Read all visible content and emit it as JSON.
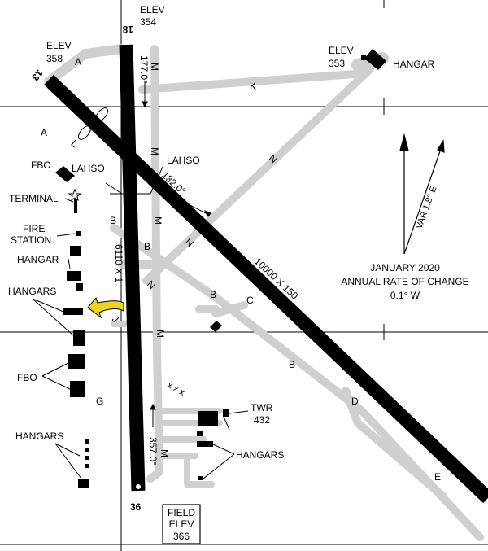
{
  "elevations": {
    "rwy18_elev_label": "ELEV",
    "rwy18_elev_value": "354",
    "rwy13_elev_label": "ELEV",
    "rwy13_elev_value": "358",
    "hangar_ne_elev_label": "ELEV",
    "hangar_ne_elev_value": "353"
  },
  "runways": {
    "rwy18_label": "18",
    "rwy36_label": "36",
    "rwy13_label": "13",
    "rwy18_heading": "177.0°",
    "rwy36_heading": "357.0°",
    "rwy13_heading": "132.0°",
    "rwy18_dims": "6110 X 1",
    "rwy13_dims": "10000 X 150",
    "lahso_1": "LAHSO",
    "lahso_2": "LAHSO"
  },
  "taxiways": {
    "A_north": "A",
    "A_west": "A",
    "L": "L",
    "K": "K",
    "M_1": "M",
    "M_2": "M",
    "M_3": "M",
    "M_4": "M",
    "M_5": "M",
    "N_1": "N",
    "N_2": "N",
    "N_3": "N",
    "B_1": "B",
    "B_2": "B",
    "B_3": "B",
    "B_4": "B",
    "C": "C",
    "D": "D",
    "E": "E",
    "G": "G",
    "J": "J",
    "closed_marks": "x x x"
  },
  "facilities": {
    "hangar_ne": "HANGAR",
    "fbo_north": "FBO",
    "terminal": "TERMINAL",
    "fire_station_1": "FIRE",
    "fire_station_2": "STATION",
    "hangar_west": "HANGAR",
    "hangars_west": "HANGARS",
    "fbo_south": "FBO",
    "hangars_sw": "HANGARS",
    "twr_1": "TWR",
    "twr_2": "432",
    "hangars_se": "HANGARS"
  },
  "variation": {
    "var_label": "VAR 1.8° E",
    "line1": "JANUARY 2020",
    "line2": "ANNUAL RATE OF CHANGE",
    "line3": "0.1° W"
  },
  "field_elevation": {
    "line1": "FIELD",
    "line2": "ELEV",
    "line3": "366"
  },
  "colors": {
    "runway": "#000000",
    "taxiway": "#cfcfcf",
    "building": "#000000",
    "hot_spot_arrow": "#f2d21b",
    "grid": "#000000"
  }
}
